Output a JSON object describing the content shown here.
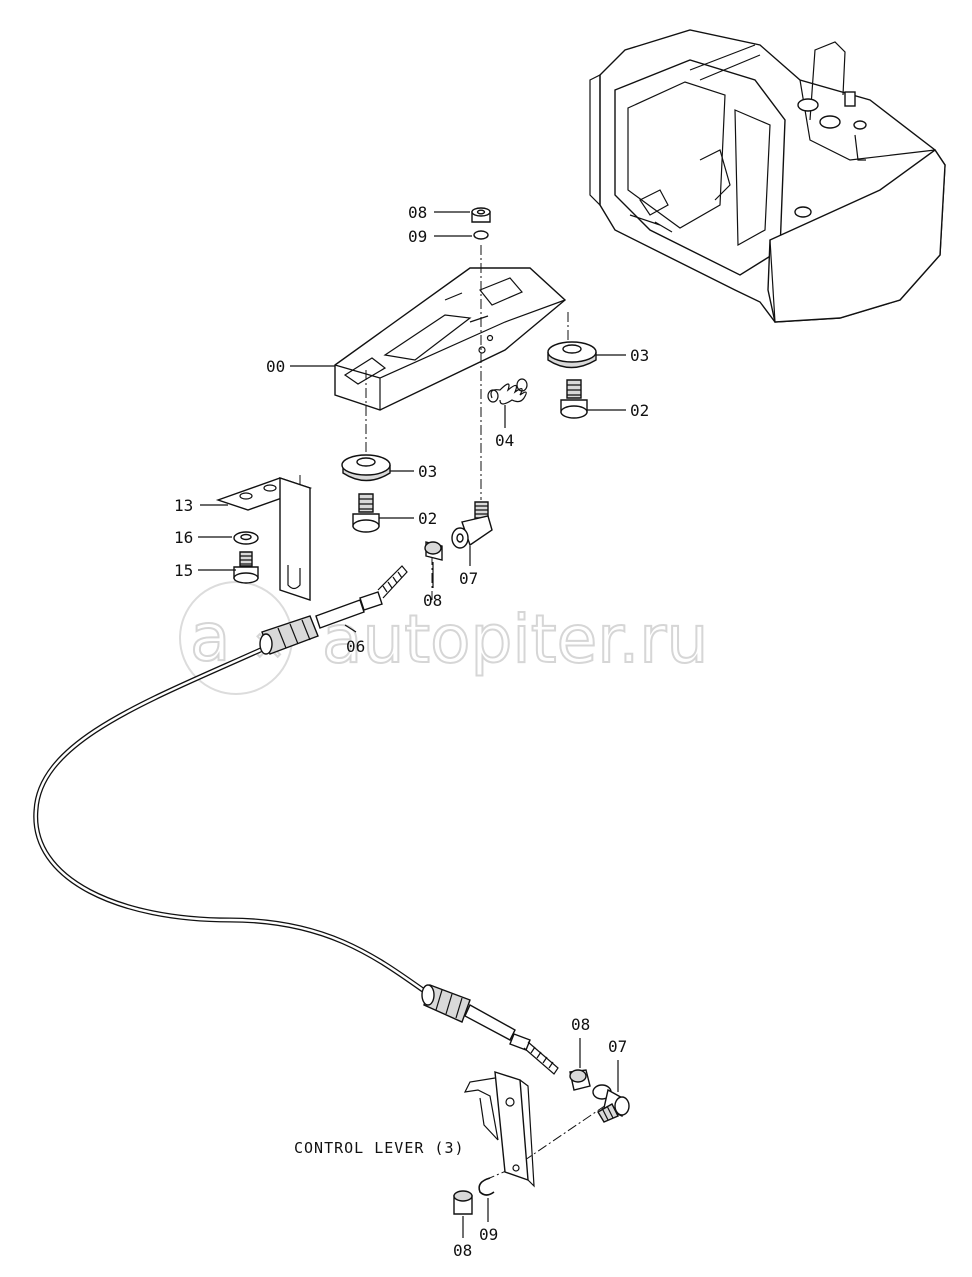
{
  "diagram": {
    "labels": {
      "l_08_top": "08",
      "l_09_top": "09",
      "l_00": "00",
      "l_03_right": "03",
      "l_02_right": "02",
      "l_04": "04",
      "l_03_left": "03",
      "l_02_left": "02",
      "l_13": "13",
      "l_16": "16",
      "l_15": "15",
      "l_07_mid": "07",
      "l_08_mid": "08",
      "l_06": "06",
      "l_08_low": "08",
      "l_07_low": "07",
      "l_09_bottom": "09",
      "l_08_bottom": "08"
    },
    "caption": "CONTROL LEVER (3)",
    "watermark": "autopiter.ru"
  }
}
